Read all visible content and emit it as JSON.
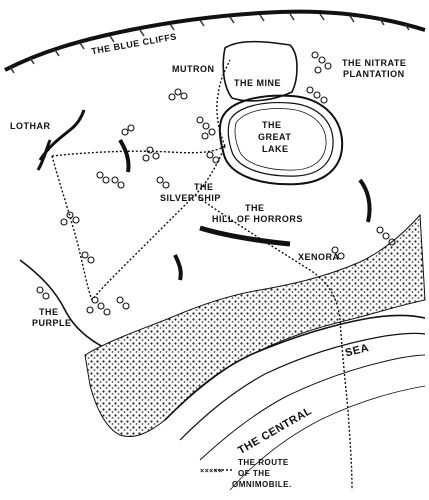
{
  "map": {
    "labels": {
      "blue_cliffs": "THE BLUE CLIFFS",
      "mutron": "MUTRON",
      "nitrate_1": "THE NITRATE",
      "nitrate_2": "PLANTATION",
      "the_mine": "THE MINE",
      "great_lake_1": "THE",
      "great_lake_2": "GREAT",
      "great_lake_3": "LAKE",
      "lothar": "LOTHAR",
      "silver_ship_1": "THE",
      "silver_ship_2": "SILVER SHIP",
      "hill_1": "THE",
      "hill_2": "HILL OF HORRORS",
      "xenora": "XENORA",
      "purple_1": "THE",
      "purple_2": "PURPLE",
      "central": "THE CENTRAL",
      "sea": "SEA",
      "legend_1": "THE ROUTE",
      "legend_2": "OF THE",
      "legend_3": "OMNIMOBILE."
    },
    "legend_marker": "×××××",
    "colors": {
      "ink": "#111111",
      "paper": "#ffffff",
      "shade": "#555555"
    }
  }
}
